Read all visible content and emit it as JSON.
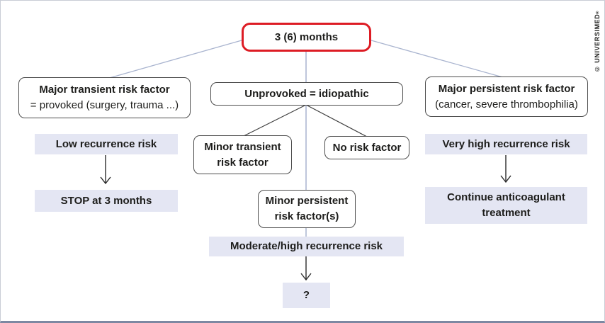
{
  "palette": {
    "accent_red": "#dd1c24",
    "bar_bg": "#e4e6f3",
    "line_blue": "#a9b4cf",
    "line_dark": "#3c3c3c",
    "frame": "#c9cdd6",
    "bottom_bar": "#7d88a2"
  },
  "credit": {
    "text": "© UNIVERSIMED",
    "reg": "®"
  },
  "root": {
    "label": "3 (6) months"
  },
  "left_branch": {
    "factor": {
      "line1": "Major transient risk factor",
      "line2": "= provoked (surgery, trauma ...)"
    },
    "risk": "Low recurrence risk",
    "action": "STOP at 3 months"
  },
  "center_branch": {
    "factor": "Unprovoked = idiopathic",
    "minor_transient": {
      "line1": "Minor transient",
      "line2": "risk factor"
    },
    "no_risk": "No risk factor",
    "minor_persistent": {
      "line1": "Minor persistent",
      "line2": "risk factor(s)"
    },
    "risk": "Moderate/high recurrence risk",
    "action": "?"
  },
  "right_branch": {
    "factor": {
      "line1": "Major persistent risk factor",
      "line2": "(cancer, severe thrombophilia)"
    },
    "risk": "Very high recurrence risk",
    "action": {
      "line1": "Continue anticoagulant",
      "line2": "treatment"
    }
  }
}
